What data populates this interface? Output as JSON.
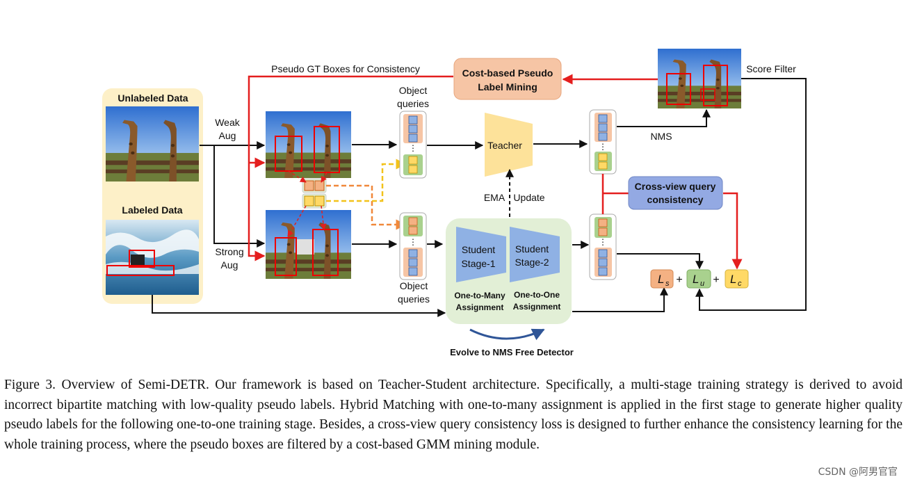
{
  "diagram": {
    "pseudo_gt_label": "Pseudo GT Boxes for Consistency",
    "cost_mining_line1": "Cost-based Pseudo",
    "cost_mining_line2": "Label Mining",
    "score_filter": "Score Filter",
    "unlabeled_data": "Unlabeled Data",
    "labeled_data": "Labeled Data",
    "weak_aug_line1": "Weak",
    "weak_aug_line2": "Aug",
    "strong_aug_line1": "Strong",
    "strong_aug_line2": "Aug",
    "object_queries_top_line1": "Object",
    "object_queries_top_line2": "queries",
    "object_queries_bottom_line1": "Object",
    "object_queries_bottom_line2": "queries",
    "teacher": "Teacher",
    "nms": "NMS",
    "ema": "EMA",
    "update": "Update",
    "crossview_line1": "Cross-view query",
    "crossview_line2": "consistency",
    "student_stage1_line1": "Student",
    "student_stage1_line2": "Stage-1",
    "student_stage2_line1": "Student",
    "student_stage2_line2": "Stage-2",
    "one_to_many_line1": "One-to-Many",
    "one_to_many_line2": "Assignment",
    "one_to_one_line1": "One-to-One",
    "one_to_one_line2": "Assignment",
    "evolve": "Evolve to NMS Free Detector",
    "loss_s": "L",
    "loss_s_sub": "s",
    "loss_u": "L",
    "loss_u_sub": "u",
    "loss_c": "L",
    "loss_c_sub": "c",
    "plus1": "+",
    "plus2": "+"
  },
  "caption": "Figure 3. Overview of Semi-DETR. Our framework is based on Teacher-Student architecture. Specifically, a multi-stage training strategy is derived to avoid incorrect bipartite matching with low-quality pseudo labels. Hybrid Matching with one-to-many assignment is applied in the first stage to generate higher quality pseudo labels for the following one-to-one training stage. Besides, a cross-view query consistency loss is designed to further enhance the consistency learning for the whole training process, where the pseudo boxes are filtered by a cost-based GMM mining module.",
  "watermark": "CSDN @阿男官官",
  "colors": {
    "arrow_black": "#111111",
    "arrow_red": "#e41e1e",
    "arrow_orange": "#f0883a",
    "arrow_yellow": "#f2c21b",
    "data_panel": "#fdf0c8",
    "mining_box": "#f6c5a5",
    "crossview_box": "#93a9e3",
    "student_panel": "#e2efd6",
    "student_trap": "#8fb1e4",
    "teacher_trap": "#fde29a",
    "loss_s": "#f4b183",
    "loss_u": "#a9d18e",
    "loss_c": "#ffd966"
  }
}
